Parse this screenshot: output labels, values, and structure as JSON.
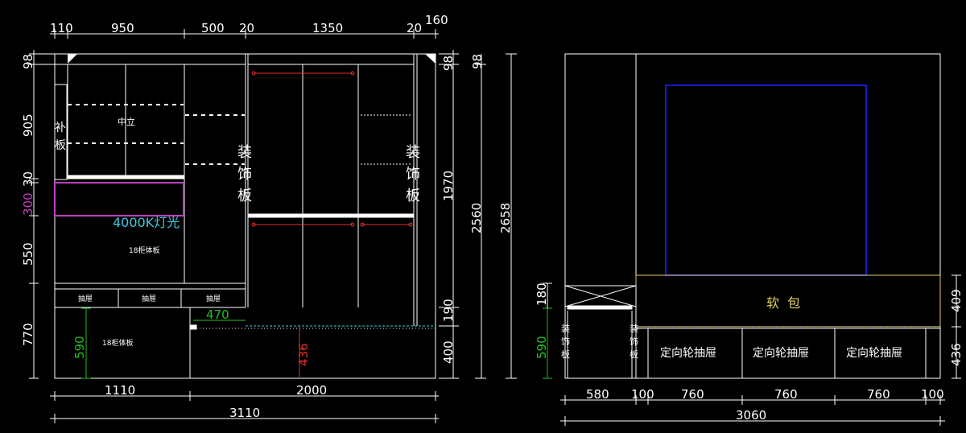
{
  "colors": {
    "background": "#000000",
    "line": "#ffffff",
    "light_accent": "#e53030",
    "light_box": "#c040c0",
    "light_label": "#40c8e0",
    "green_dim": "#20c020",
    "blue_frame": "#1a1acc",
    "soft_panel": "#e0d060"
  },
  "left_view": {
    "top_dims": [
      "110",
      "950",
      "500",
      "20",
      "1350",
      "20",
      "160"
    ],
    "left_dims": [
      "98",
      "905",
      "30",
      "300",
      "550",
      "770"
    ],
    "right_dims": [
      "98",
      "1970",
      "190",
      "400",
      "2560",
      "2658"
    ],
    "bottom_dims": [
      "1110",
      "2000",
      "3110"
    ],
    "labels": {
      "filler_panel": [
        "补",
        "板"
      ],
      "center_upright": "中立",
      "deco_panel_a": [
        "装",
        "饰",
        "板"
      ],
      "deco_panel_b": [
        "装",
        "饰",
        "板"
      ],
      "light": "4000K灯光",
      "cabinet_board_upper": "18柜体板",
      "drawers": [
        "抽屉",
        "抽屉",
        "抽屉"
      ],
      "cabinet_board_lower": "18柜体板",
      "dim_590": "590",
      "dim_470": "470",
      "dim_436": "436"
    }
  },
  "right_view": {
    "top_dims": [
      "98"
    ],
    "right_dims": [
      "409",
      "436"
    ],
    "left_dims": [
      "180",
      "590"
    ],
    "bottom_dims": [
      "580",
      "100",
      "760",
      "760",
      "760",
      "100",
      "3060"
    ],
    "labels": {
      "soft_pack": "软  包",
      "deco_panel_a": [
        "装",
        "饰",
        "板"
      ],
      "deco_panel_b": [
        "装",
        "饰",
        "板"
      ],
      "drawers": [
        "定向轮抽屉",
        "定向轮抽屉",
        "定向轮抽屉"
      ]
    }
  }
}
